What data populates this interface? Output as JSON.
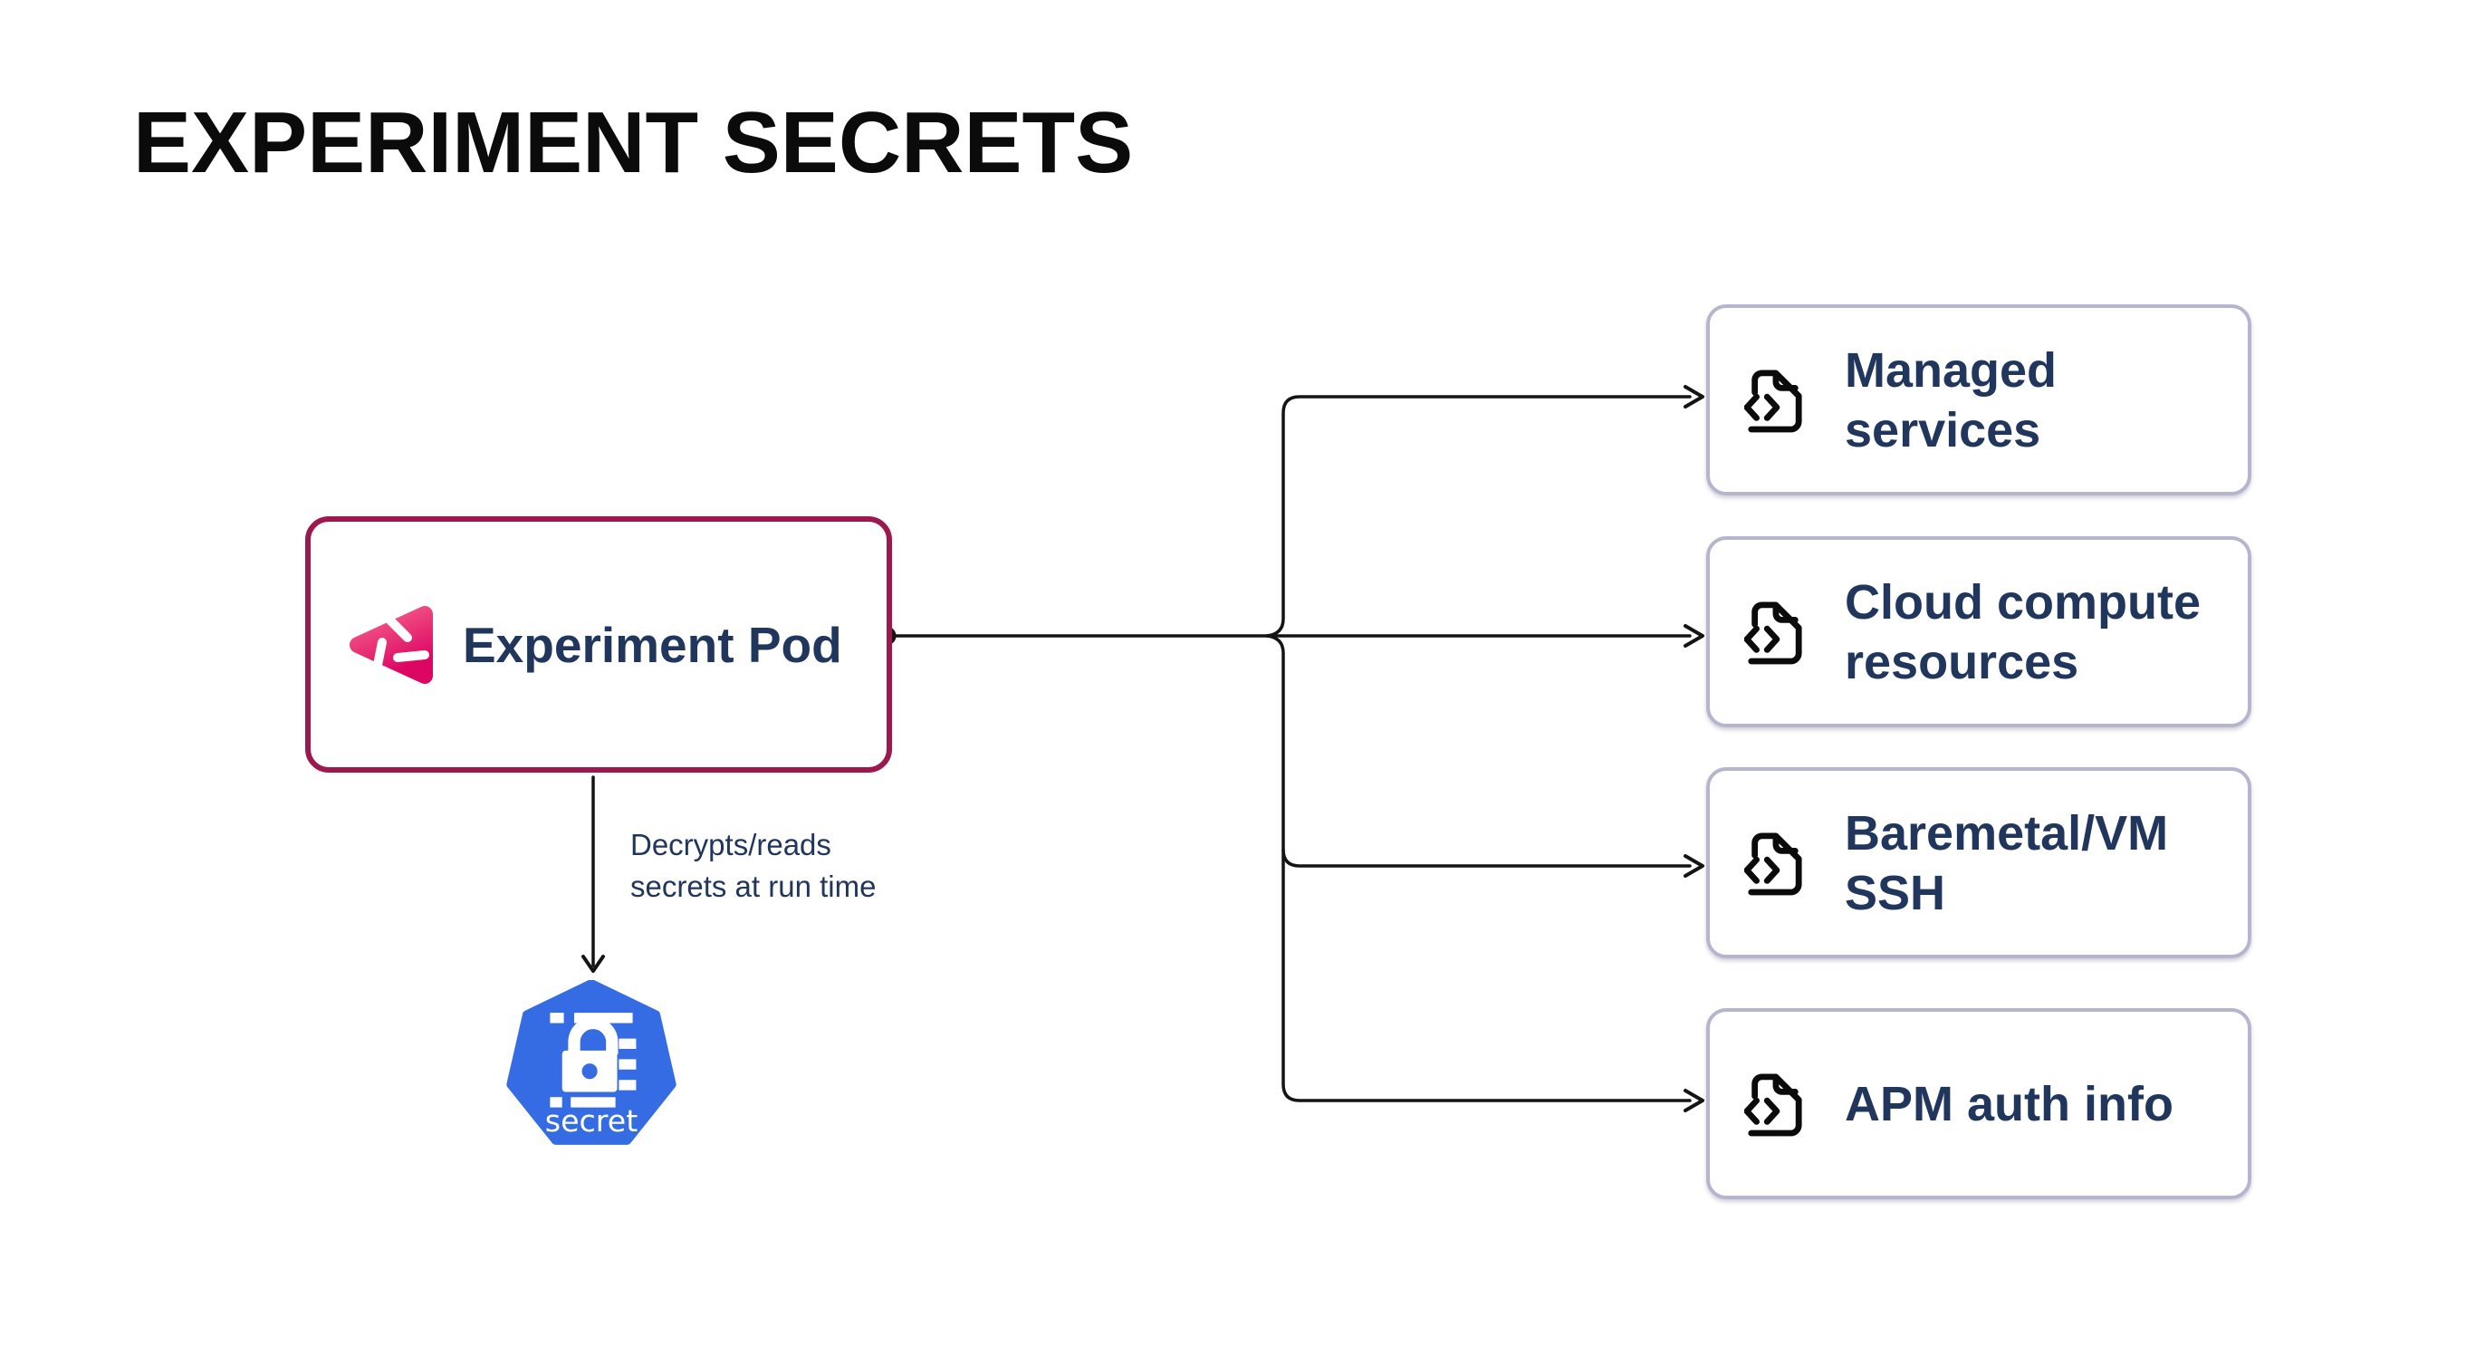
{
  "title": "EXPERIMENT SECRETS",
  "pod": {
    "label": "Experiment Pod",
    "logo_icon": "litmus-experiment-icon"
  },
  "edge_annotation": {
    "line1": "Decrypts/reads",
    "line2": "secrets at run time"
  },
  "secret_node": {
    "label": "secret",
    "icon": "kubernetes-secret-icon"
  },
  "targets": [
    {
      "icon": "code-file-icon",
      "lines": [
        "Managed",
        "services"
      ]
    },
    {
      "icon": "code-file-icon",
      "lines": [
        "Cloud compute",
        "resources"
      ]
    },
    {
      "icon": "code-file-icon",
      "lines": [
        "Baremetal/VM",
        "SSH"
      ]
    },
    {
      "icon": "code-file-icon",
      "lines": [
        "APM auth info"
      ]
    }
  ],
  "colors": {
    "title_text": "#0b0b0b",
    "navy_text": "#20365c",
    "pod_border": "#9c1950",
    "target_border": "#b5b6cd",
    "connector_line": "#141414",
    "k8s_blue": "#366ce3",
    "litmus_pink_light": "#f7628c",
    "litmus_pink_dark": "#dc0663"
  }
}
